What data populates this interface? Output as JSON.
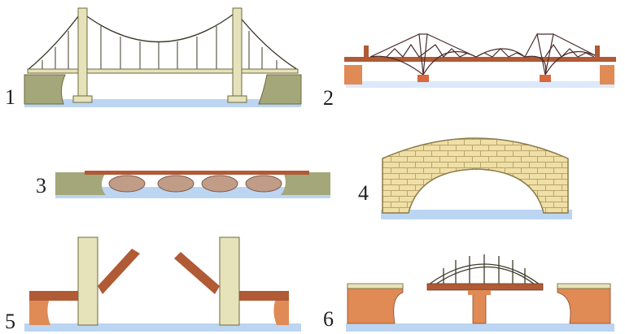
{
  "figures": [
    {
      "id": 1,
      "label": "1"
    },
    {
      "id": 2,
      "label": "2"
    },
    {
      "id": 3,
      "label": "3"
    },
    {
      "id": 4,
      "label": "4"
    },
    {
      "id": 5,
      "label": "5"
    },
    {
      "id": 6,
      "label": "6"
    }
  ],
  "colors": {
    "water": "#bcd5f2",
    "water_light": "#dbe9fa",
    "tower": "#e6e2ba",
    "tower_stroke": "#6f6a3f",
    "bank_olive": "#a4a77a",
    "deck_brown": "#b05a36",
    "truss_line": "#4a2d2b",
    "pier_orange": "#d9683f",
    "stone": "#f0dfa6",
    "stone_mortar": "#b8a66a",
    "rock": "#c19c87",
    "bank_orange": "#e08a55"
  }
}
